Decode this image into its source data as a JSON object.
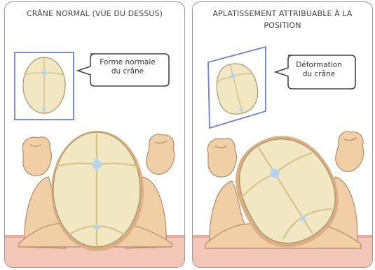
{
  "panels": [
    {
      "title": "CRÂNE NORMAL (VUE DU DESSUS)",
      "callout": [
        "Forme normale",
        "du crâne"
      ]
    },
    {
      "title": "APLATISSEMENT ATTRIBUABLE À LA POSITION",
      "callout": [
        "Déformation",
        "du crâne"
      ]
    }
  ],
  "colors": {
    "skull": "#f1e7c2",
    "suture": "#d4c58e",
    "fontanelle": "#b9d4ea",
    "skin": "#f0cfa6",
    "skin_shadow": "#dcae83",
    "mattress": "#f3c7b7",
    "frame": "#6f7fd8",
    "panel_border": "#9a9a9a"
  }
}
